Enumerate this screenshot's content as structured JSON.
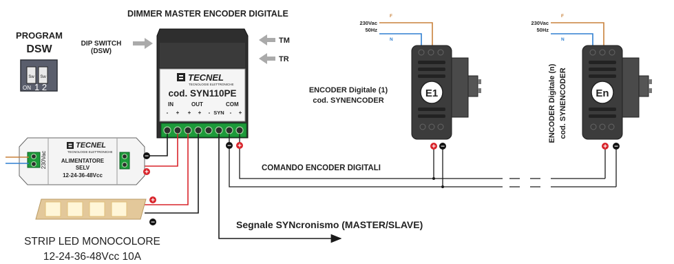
{
  "labels": {
    "title": "DIMMER MASTER ENCODER DIGITALE",
    "program": "PROGRAM",
    "dsw": "DSW",
    "dip_switch": "DIP SWITCH",
    "dip_switch_sub": "(DSW)",
    "tm": "TM",
    "tr": "TR",
    "sw1": "Sw",
    "sw2": "Sw",
    "dip_on": "ON",
    "dip_num": "1 2"
  },
  "dimmer": {
    "brand": "TECNEL",
    "brand_sub": "TECNOLOGIE ELETTRONICHE",
    "code": "cod. SYN110PE",
    "in": "IN",
    "out": "OUT",
    "com": "COM",
    "in_minus": "-",
    "in_plus": "+",
    "out_plus1": "+",
    "out_plus2": "+",
    "syn_minus": "-",
    "syn": "SYN",
    "com_minus": "-",
    "com_plus": "+"
  },
  "psu": {
    "brand": "TECNEL",
    "brand_sub": "TECNOLOGIE ELETTRONICHE",
    "line1": "ALIMENTATORE",
    "line2": "SELV",
    "line3": "12-24-36-48Vcc",
    "voltage": "230Vac"
  },
  "strip": {
    "line1": "STRIP LED MONOCOLORE",
    "line2": "12-24-36-48Vcc 10A"
  },
  "encoder1": {
    "badge": "E1",
    "line1": "ENCODER Digitale (1)",
    "line2": "cod. SYNENCODER",
    "mains_v": "230Vac",
    "mains_hz": "50Hz",
    "f": "F",
    "n": "N"
  },
  "encodern": {
    "badge": "En",
    "line1": "ENCODER Digitale (n)",
    "line2": "cod. SYNENCODER",
    "mains_v": "230Vac",
    "mains_hz": "50Hz",
    "f": "F",
    "n": "N"
  },
  "bus": {
    "command": "COMANDO ENCODER DIGITALI",
    "sync": "Segnale SYNcronismo (MASTER/SLAVE)"
  },
  "markers": {
    "minus": "−",
    "plus": "+"
  },
  "colors": {
    "red_wire": "#d8232a",
    "blue_wire": "#2f7fd0",
    "phase_wire": "#c8803a",
    "terminal_green": "#1d9a3a",
    "device_dark": "#3a3a3a"
  }
}
